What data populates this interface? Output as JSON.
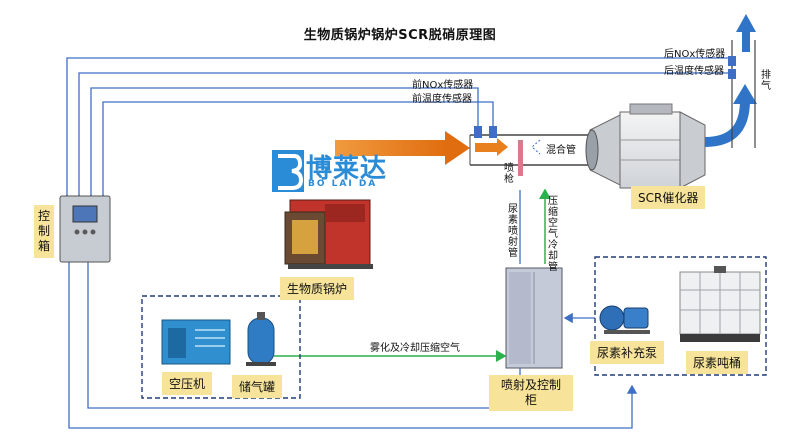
{
  "title": "生物质锅炉锅炉SCR脱硝原理图",
  "brand": {
    "name_cn": "博莱达",
    "name_en": "BO LAI DA"
  },
  "sensors": {
    "rear_nox": "后NOx传感器",
    "rear_temp": "后温度传感器",
    "front_nox": "前NOx传感器",
    "front_temp": "前温度传感器"
  },
  "exhaust": "排气",
  "mixing_pipe": "混合管",
  "spray_gun": "喷枪",
  "urea_spray_pipe": "尿素喷射管",
  "compressed_air_pipe": "压缩空气冷却管",
  "atomize_line": "雾化及冷却压缩空气",
  "tags": {
    "scr_catalyst": "SCR催化器",
    "control_box": "控制箱",
    "boiler": "生物质锅炉",
    "compressor": "空压机",
    "tank": "储气罐",
    "spray_cabinet": "喷射及控制柜",
    "urea_pump": "尿素补充泵",
    "urea_tank": "尿素吨桶"
  },
  "colors": {
    "signal_line": "#3f6fc4",
    "air_line": "#2bb24c",
    "flue_gas": "#e8801f",
    "exhaust_arrow": "#2f74c7",
    "label_bg": "#f7e39a"
  }
}
